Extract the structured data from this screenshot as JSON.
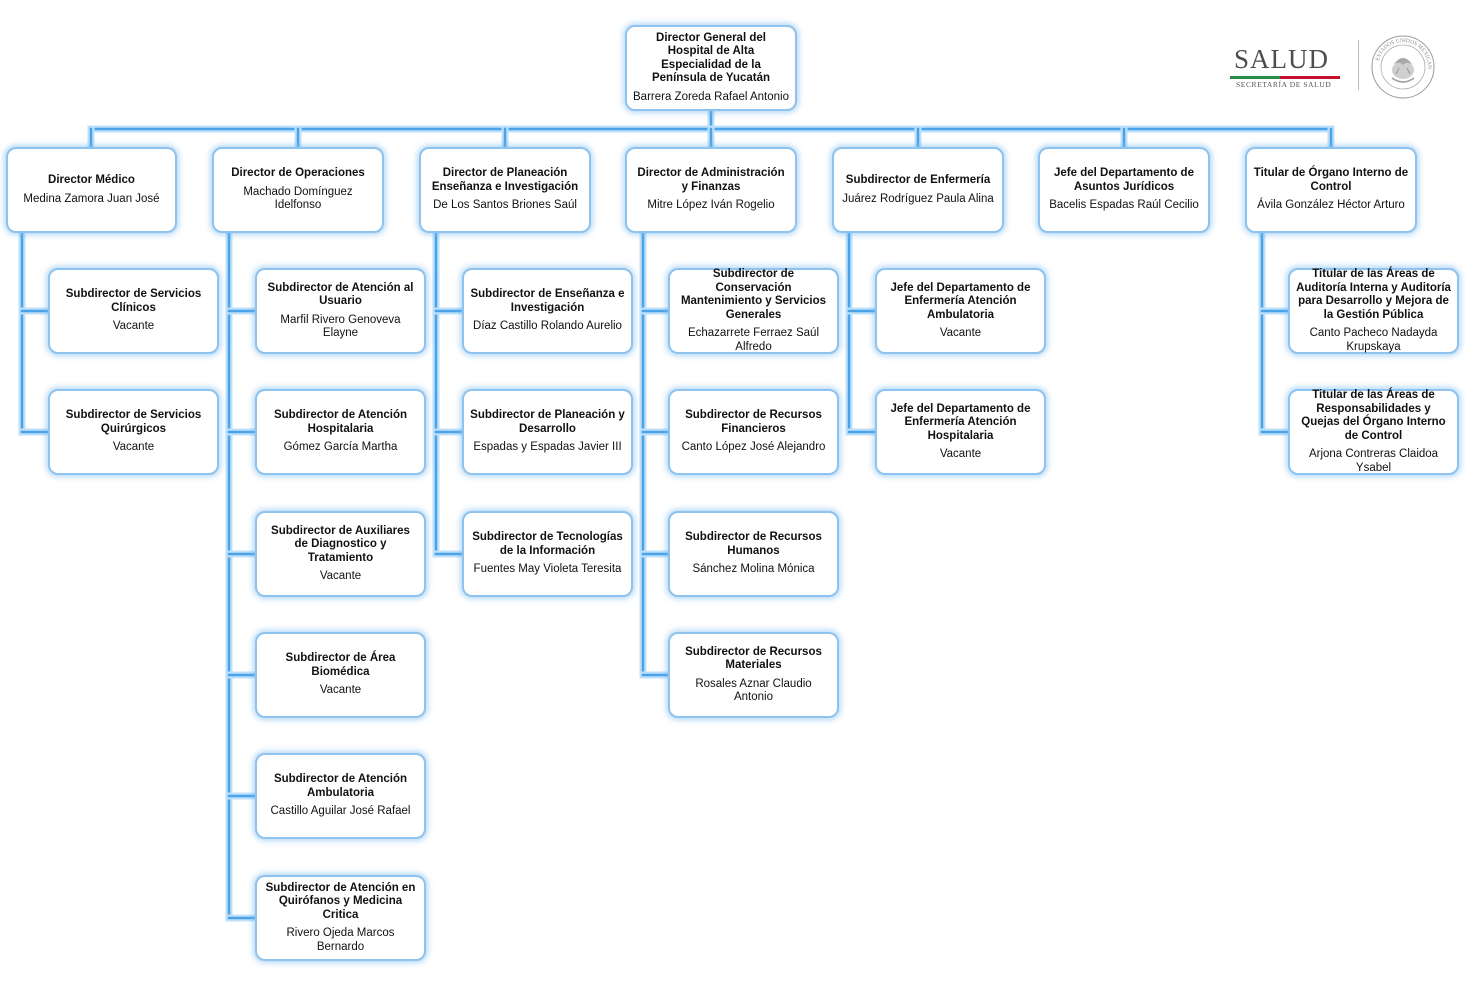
{
  "brand": {
    "logo_text": "SALUD",
    "logo_subtitle": "SECRETARÍA DE SALUD",
    "seal_text": "ESTADOS UNIDOS MEXICANOS",
    "colors": {
      "green": "#2f8a4a",
      "red": "#c8102e",
      "box_border": "#8dc3ee",
      "connector": "#4aa3e8"
    }
  },
  "root": {
    "title": "Director General del Hospital de Alta Especialidad de la Península de Yucatán",
    "name": "Barrera Zoreda Rafael Antonio"
  },
  "level1": [
    {
      "title": "Director Médico",
      "name": "Medina Zamora Juan José"
    },
    {
      "title": "Director de Operaciones",
      "name": "Machado Domínguez Idelfonso"
    },
    {
      "title": "Director de Planeación Enseñanza e Investigación",
      "name": "De Los Santos Briones Saúl"
    },
    {
      "title": "Director de Administración y Finanzas",
      "name": "Mitre López Iván Rogelio"
    },
    {
      "title": "Subdirector de Enfermería",
      "name": "Juárez Rodríguez Paula Alina"
    },
    {
      "title": "Jefe del Departamento de Asuntos Jurídicos",
      "name": "Bacelis Espadas Raúl Cecilio"
    },
    {
      "title": "Titular de Órgano Interno de Control",
      "name": "Ávila González Héctor Arturo"
    }
  ],
  "children": [
    [
      {
        "title": "Subdirector de Servicios Clínicos",
        "name": "Vacante"
      },
      {
        "title": "Subdirector de Servicios Quirúrgicos",
        "name": "Vacante"
      }
    ],
    [
      {
        "title": "Subdirector de Atención al Usuario",
        "name": "Marfil Rivero Genoveva Elayne"
      },
      {
        "title": "Subdirector de Atención Hospitalaria",
        "name": "Gómez García Martha"
      },
      {
        "title": "Subdirector de Auxiliares de Diagnostico y Tratamiento",
        "name": "Vacante"
      },
      {
        "title": "Subdirector de Área Biomédica",
        "name": "Vacante"
      },
      {
        "title": "Subdirector de Atención Ambulatoria",
        "name": "Castillo Aguilar José Rafael"
      },
      {
        "title": "Subdirector de Atención en Quirófanos y Medicina Critica",
        "name": "Rivero Ojeda Marcos Bernardo"
      }
    ],
    [
      {
        "title": "Subdirector de Enseñanza e Investigación",
        "name": "Díaz Castillo Rolando Aurelio"
      },
      {
        "title": "Subdirector de Planeación y Desarrollo",
        "name": "Espadas y Espadas Javier III"
      },
      {
        "title": "Subdirector de  Tecnologías de la Información",
        "name": "Fuentes May Violeta Teresita"
      }
    ],
    [
      {
        "title": "Subdirector de Conservación Mantenimiento y Servicios Generales",
        "name": "Echazarrete Ferraez Saúl Alfredo"
      },
      {
        "title": "Subdirector de Recursos Financieros",
        "name": "Canto López José Alejandro"
      },
      {
        "title": "Subdirector de Recursos Humanos",
        "name": "Sánchez Molina Mónica"
      },
      {
        "title": "Subdirector de Recursos Materiales",
        "name": "Rosales Aznar Claudio Antonio"
      }
    ],
    [
      {
        "title": "Jefe del Departamento de Enfermería Atención Ambulatoria",
        "name": "Vacante"
      },
      {
        "title": "Jefe del Departamento de Enfermería Atención Hospitalaria",
        "name": "Vacante"
      }
    ],
    [],
    [
      {
        "title": "Titular de las Áreas de Auditoría Interna y Auditoría para Desarrollo y Mejora de la Gestión Pública",
        "name": "Canto Pacheco Nadayda Krupskaya"
      },
      {
        "title": "Titular de las Áreas de Responsabilidades y Quejas del Órgano Interno de Control",
        "name": "Arjona Contreras Claidoa Ysabel"
      }
    ]
  ]
}
